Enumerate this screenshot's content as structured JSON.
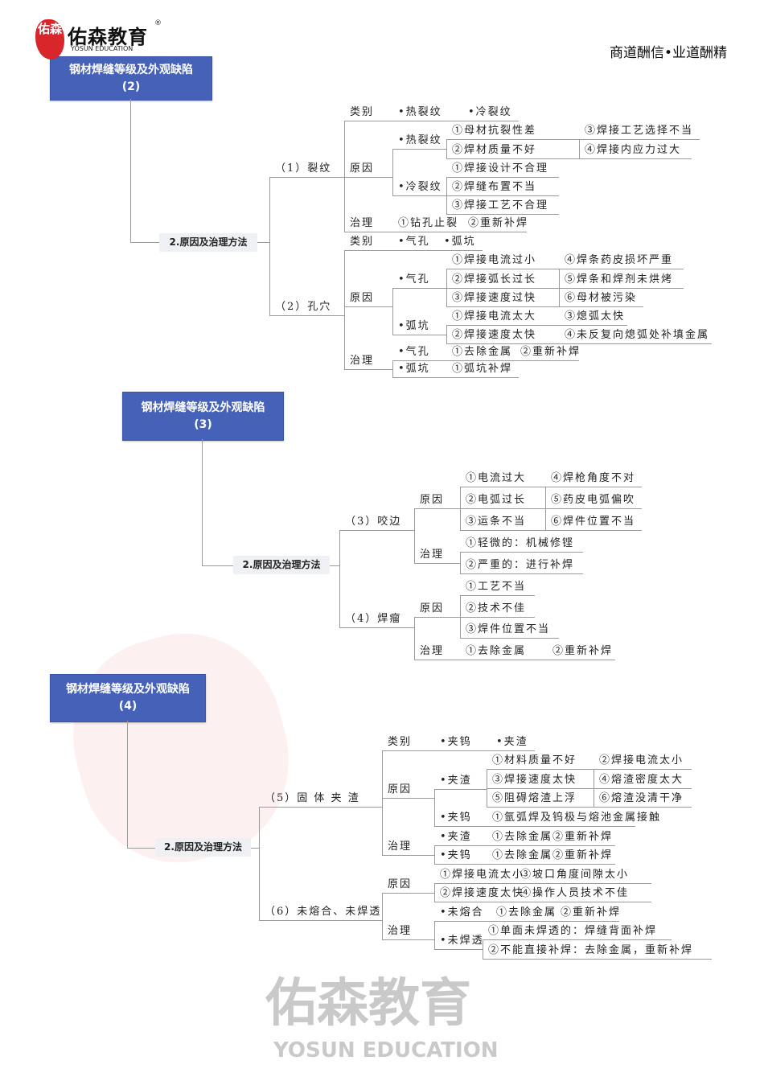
{
  "header": {
    "logo_mark": "佑森",
    "logo_text": "佑森教育",
    "logo_sub": "YOSUN EDUCATION",
    "slogan": "商道酬信•业道酬精"
  },
  "watermark": {
    "text": "佑森教育",
    "sub": "YOSUN EDUCATION"
  },
  "colors": {
    "title_box": "#4561b8",
    "node_bg": "#eef0f3",
    "logo_red": "#d8262b"
  },
  "s1": {
    "title": "钢材焊缝等级及外观缺陷",
    "num": "(2)",
    "node": "2.原因及治理方法",
    "l": [
      "（1）裂纹",
      "类别",
      "•热裂纹",
      "•冷裂纹",
      "原因",
      "•热裂纹",
      "①母材抗裂性差",
      "③焊接工艺选择不当",
      "②焊材质量不好",
      "④焊接内应力过大",
      "•冷裂纹",
      "①焊接设计不合理",
      "②焊缝布置不当",
      "③焊接工艺不合理",
      "治理",
      "①钻孔止裂",
      "②重新补焊",
      "（2）孔穴",
      "类别",
      "•气孔",
      "•弧坑",
      "原因",
      "•气孔",
      "①焊接电流过小",
      "④焊条药皮损坏严重",
      "②焊接弧长过长",
      "⑤焊条和焊剂未烘烤",
      "③焊接速度过快",
      "⑥母材被污染",
      "•弧坑",
      "①焊接电流太大",
      "③熄弧太快",
      "②焊接速度太快",
      "④未反复向熄弧处补填金属",
      "治理",
      "•气孔",
      "①去除金属",
      "②重新补焊",
      "•弧坑",
      "①弧坑补焊"
    ]
  },
  "s2": {
    "title": "钢材焊缝等级及外观缺陷",
    "num": "(3)",
    "node": "2.原因及治理方法",
    "l": [
      "（3）咬边",
      "原因",
      "①电流过大",
      "④焊枪角度不对",
      "②电弧过长",
      "⑤药皮电弧偏吹",
      "③运条不当",
      "⑥焊件位置不当",
      "治理",
      "①轻微的：机械修铿",
      "②严重的：进行补焊",
      "（4）焊瘤",
      "原因",
      "①工艺不当",
      "②技术不佳",
      "③焊件位置不当",
      "治理",
      "①去除金属",
      "②重新补焊"
    ]
  },
  "s3": {
    "title": "钢材焊缝等级及外观缺陷",
    "num": "(4)",
    "node": "2.原因及治理方法",
    "l": [
      "（5）固 体 夹 渣",
      "类别",
      "•夹钨",
      "•夹渣",
      "原因",
      "•夹渣",
      "①材料质量不好",
      "②焊接电流太小",
      "③焊接速度太快",
      "④熔渣密度太大",
      "⑤阻碍熔渣上浮",
      "⑥熔渣没清干净",
      "•夹钨",
      "①氩弧焊及钨极与熔池金属接触",
      "治理",
      "•夹渣",
      "①去除金属",
      "②重新补焊",
      "•夹钨",
      "①去除金属",
      "②重新补焊",
      "（6）未熔合、未焊透",
      "原因",
      "①焊接电流太小",
      "③坡口角度间隙太小",
      "②焊接速度太快",
      "④操作人员技术不佳",
      "治理",
      "•未熔合",
      "①去除金属",
      "②重新补焊",
      "•未焊透",
      "①单面未焊透的：焊缝背面补焊",
      "②不能直接补焊：去除金属，重新补焊"
    ]
  }
}
